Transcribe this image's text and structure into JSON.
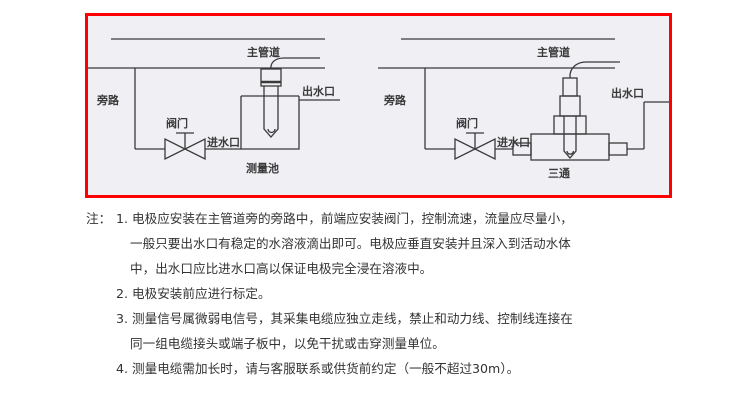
{
  "diagram": {
    "border_color": "#ff0000",
    "background_color": "#f0f0f4",
    "line_color": "#3a3a3a",
    "left": {
      "main_pipe_label": "主管道",
      "bypass_label": "旁路",
      "valve_label": "阀门",
      "inlet_label": "进水口",
      "outlet_label": "出水口",
      "device_label": "测量池"
    },
    "right": {
      "main_pipe_label": "主管道",
      "bypass_label": "旁路",
      "valve_label": "阀门",
      "inlet_label": "进水口",
      "outlet_label": "出水口",
      "device_label": "三通"
    }
  },
  "notes": {
    "header": "注：",
    "items": [
      {
        "number": "1.",
        "lines": [
          "电极应安装在主管道旁的旁路中，前端应安装阀门，控制流速，流量应尽量小，",
          "一般只要出水口有稳定的水溶液滴出即可。电极应垂直安装并且深入到活动水体",
          "中，出水口应比进水口高以保证电极完全浸在溶液中。"
        ]
      },
      {
        "number": "2.",
        "lines": [
          "电极安装前应进行标定。"
        ]
      },
      {
        "number": "3.",
        "lines": [
          "测量信号属微弱电信号，其采集电缆应独立走线，禁止和动力线、控制线连接在",
          "同一组电缆接头或端子板中，以免干扰或击穿测量单位。"
        ]
      },
      {
        "number": "4.",
        "lines": [
          "测量电缆需加长时，请与客服联系或供货前约定（一般不超过30m）。"
        ]
      }
    ]
  }
}
